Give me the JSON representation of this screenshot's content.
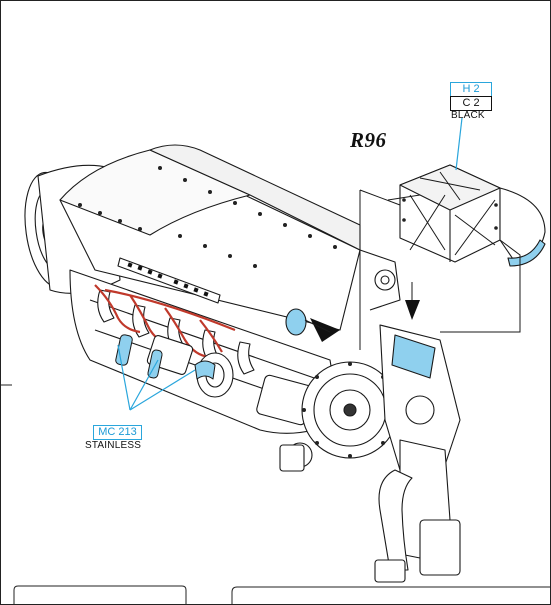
{
  "step_label": "R96",
  "callout_top": {
    "code_1": "H 2",
    "code_2": "C 2",
    "finish": "BLACK"
  },
  "callout_left": {
    "code": "MC 213",
    "finish": "STAINLESS"
  },
  "colors": {
    "highlight": "#8fd0ee",
    "leader": "#2aa6dc",
    "line": "#1a1a1a"
  }
}
